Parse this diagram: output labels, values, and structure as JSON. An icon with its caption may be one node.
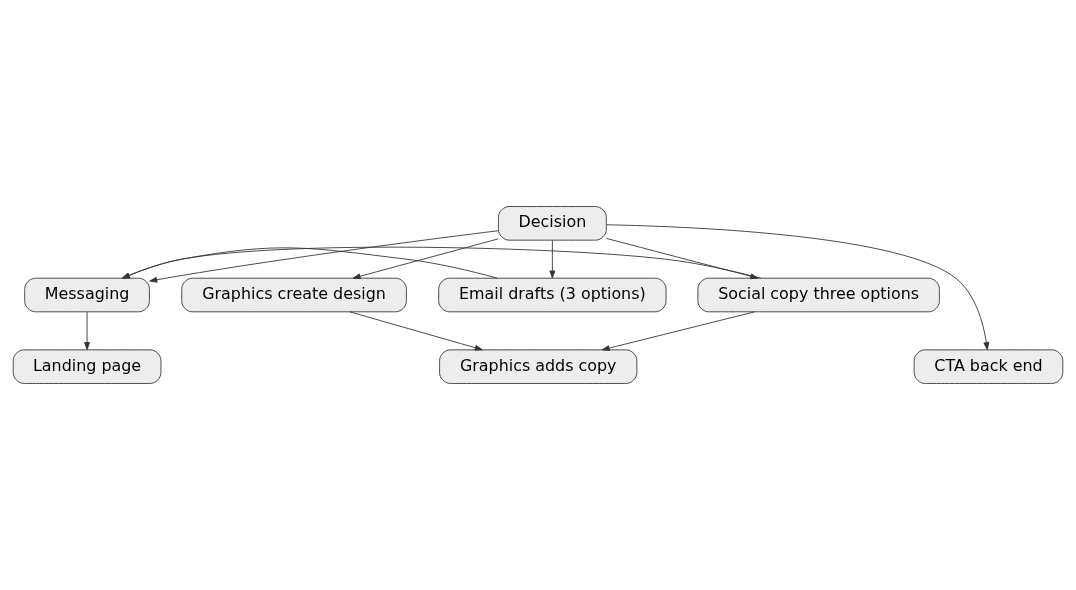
{
  "diagram": {
    "nodes": [
      {
        "text": [
          "Decision"
        ]
      },
      {
        "text": [
          "Messaging"
        ]
      },
      {
        "text": [
          "Graphics create design"
        ]
      },
      {
        "text": [
          "Email drafts (3 options)"
        ]
      },
      {
        "text": [
          "Social copy three options"
        ]
      },
      {
        "text": [
          "CTA back end"
        ]
      },
      {
        "text": [
          "Graphics adds copy"
        ]
      },
      {
        "text": [
          "Landing page"
        ]
      }
    ],
    "edges": [
      {
        "from": 0,
        "to": 1,
        "arrow": "to"
      },
      {
        "from": 0,
        "to": 2,
        "arrow": "to"
      },
      {
        "from": 0,
        "to": 3,
        "arrow": "to"
      },
      {
        "from": 0,
        "to": 5,
        "arrow": "to"
      },
      {
        "from": 0,
        "to": 4,
        "arrow": "to"
      },
      {
        "from": 3,
        "to": 1,
        "arrow": "to"
      },
      {
        "from": 4,
        "to": 1,
        "arrow": "to"
      },
      {
        "from": 1,
        "to": 7,
        "arrow": "to"
      },
      {
        "from": 4,
        "to": 6,
        "arrow": "to"
      },
      {
        "from": 2,
        "to": 6,
        "arrow": "to"
      }
    ]
  }
}
